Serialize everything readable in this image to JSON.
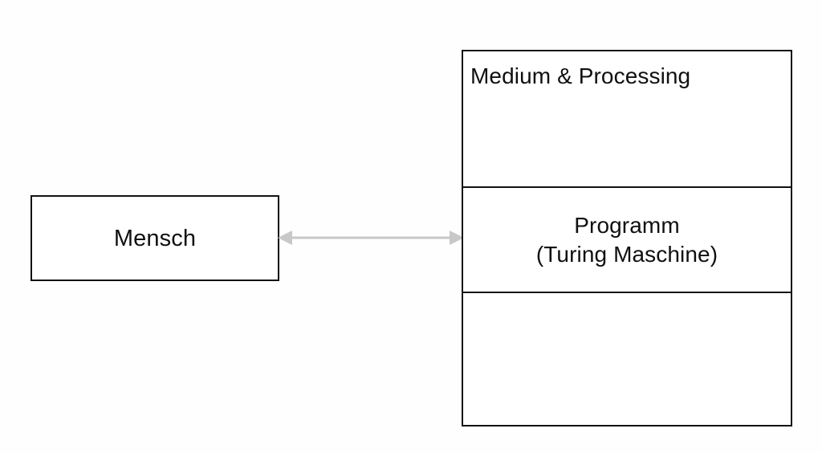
{
  "diagram": {
    "background_color": "#fefefe",
    "stroke_color": "#121212",
    "text_color": "#101010",
    "connector_color": "#c8c8c8",
    "left_box": {
      "label": "Mensch"
    },
    "right_stack": {
      "rows": [
        {
          "label": "Medium & Processing",
          "align": "left"
        },
        {
          "line1": "Programm",
          "line2": "(Turing Maschine)",
          "align": "center"
        },
        {
          "label": "",
          "align": "center"
        }
      ]
    },
    "connector": {
      "type": "double-headed-arrow",
      "direction": "bidirectional",
      "label": ""
    }
  }
}
